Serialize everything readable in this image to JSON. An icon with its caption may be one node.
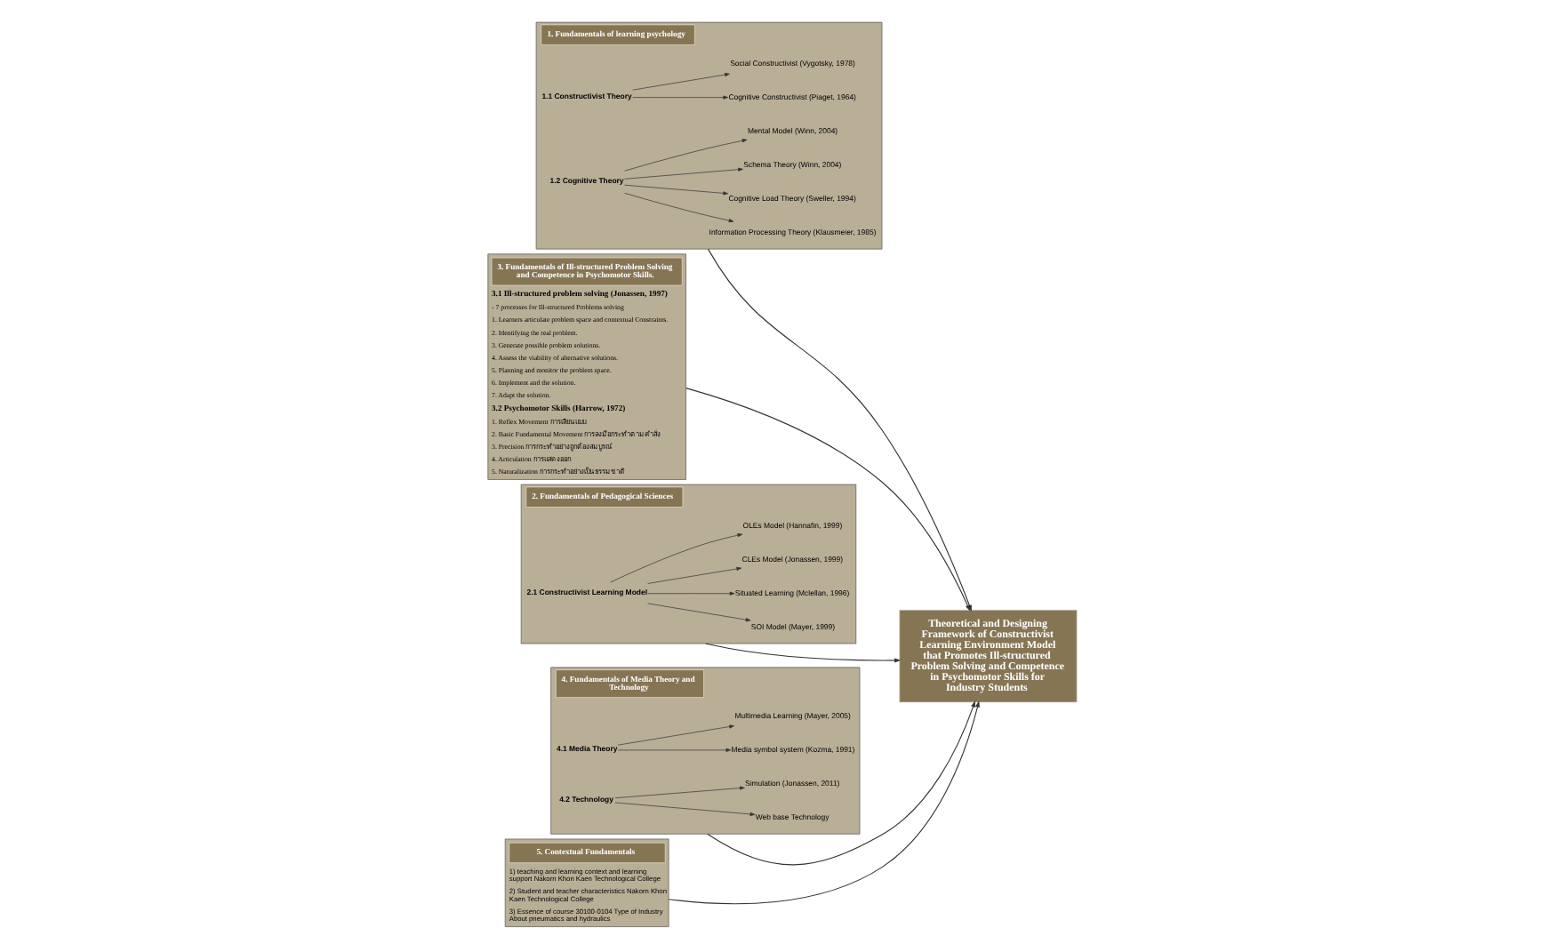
{
  "diagram": {
    "nodes": [
      {
        "text": [
          "1. Fundamentals of learning psychology"
        ]
      },
      {
        "text": [
          "1.1 Constructivist Theory"
        ],
        "in": 0
      },
      {
        "text": [
          "Cognitive Constructivist (Piaget, 1964)"
        ],
        "in": 0
      },
      {
        "text": [
          "Social Constructivist (Vygotsky, 1978)"
        ],
        "in": 0
      },
      {
        "text": [
          "1.2 Cognitive Theory"
        ],
        "in": 0
      },
      {
        "text": [
          "Schema Theory (Winn, 2004)"
        ],
        "in": 0
      },
      {
        "text": [
          "Mental Model (Winn, 2004)"
        ],
        "in": 0
      },
      {
        "text": [
          "Information Processing Theory (Klausmeier, 1985)"
        ],
        "in": 0
      },
      {
        "text": [
          "Cognitive Load Theory (Sweller, 1994)"
        ],
        "in": 0
      },
      {
        "text": [
          "3. Fundamentals of Ill-structured Problem Solving and Competence in Psychomotor Skills.",
          "3.1 Ill-structured problem solving (Jonassen, 1997)",
          "- 7 processes for Ill-structured Problems solving",
          "1. Learners articulate problem space and contextual Constraints.",
          "2. Identifying the real problem.",
          "3. Generate possible problem solutions.",
          "4. Assess the viability of alternative solutions.",
          "5. Planning and monitor the problem space.",
          "6. Implement and the solution.",
          "7. Adapt the solution.",
          "3.2 Psychomotor Skills (Harrow, 1972)",
          "1. Reflex Movement การเลียนแบบ",
          "2. Basic Fundamental Movement การลงมือกระทำตามคำสั่ง",
          "3. Precision การกระทำอย่างถูกต้องสมบูรณ์",
          "4. Articulation การแสดงออก",
          "5. Naturalization การกระทำอย่างเป็นธรรมชาติ"
        ]
      },
      {
        "text": [
          "Theoretical and Designing Framework of Constructivist Learning Environment Model that Promotes Ill-structured Problem Solving and Competence in Psychomotor Skills for Industry Students"
        ]
      },
      {
        "text": [
          "2. Fundamentals of Pedagogical Sciences"
        ]
      },
      {
        "text": [
          "2.1 Constructivist Learning Model"
        ],
        "in": 11
      },
      {
        "text": [
          "CLEs Model (Jonassen, 1999)"
        ],
        "in": 11
      },
      {
        "text": [
          "OLEs Model (Hannafin, 1999)"
        ],
        "in": 11
      },
      {
        "text": [
          "SOI Model (Mayer, 1999)"
        ],
        "in": 11
      },
      {
        "text": [
          "Situated Learning (Mclellan, 1996)"
        ],
        "in": 11
      },
      {
        "text": [
          "4. Fundamentals of Media Theory and Technology"
        ]
      },
      {
        "text": [
          "4.1 Media Theory"
        ],
        "in": 17
      },
      {
        "text": [
          "Media symbol system (Kozma, 1991)"
        ],
        "in": 17
      },
      {
        "text": [
          "Multimedia Learning (Mayer, 2005)"
        ],
        "in": 17
      },
      {
        "text": [
          "4.2 Technology"
        ],
        "in": 17
      },
      {
        "text": [
          "Web base Technology"
        ],
        "in": 17
      },
      {
        "text": [
          "Simulation (Jonassen, 2011)"
        ],
        "in": 17
      },
      {
        "text": [
          "5. Contextual Fundamentals",
          "1) teaching and learning context and learning support Nakorn Khon Kaen Technological College",
          "2) Student and teacher characteristics Nakorn Khon Kaen Technological College",
          "3) Essence of course 30100-0104 Type of Industry About pneumatics and hydraulics"
        ]
      }
    ],
    "edges": [
      {
        "from": 1,
        "to": 2,
        "arrow": "to"
      },
      {
        "from": 1,
        "to": 3,
        "arrow": "to"
      },
      {
        "from": 4,
        "to": 5,
        "arrow": "to"
      },
      {
        "from": 4,
        "to": 6,
        "arrow": "to"
      },
      {
        "from": 4,
        "to": 7,
        "arrow": "to"
      },
      {
        "from": 4,
        "to": 8,
        "arrow": "to"
      },
      {
        "from": 12,
        "to": 13,
        "arrow": "to"
      },
      {
        "from": 12,
        "to": 14,
        "arrow": "to"
      },
      {
        "from": 12,
        "to": 15,
        "arrow": "to"
      },
      {
        "from": 12,
        "to": 16,
        "arrow": "to"
      },
      {
        "from": 18,
        "to": 19,
        "arrow": "to"
      },
      {
        "from": 18,
        "to": 20,
        "arrow": "to"
      },
      {
        "from": 21,
        "to": 22,
        "arrow": "to"
      },
      {
        "from": 21,
        "to": 23,
        "arrow": "to"
      },
      {
        "from": 0,
        "to": 10,
        "arrow": "to"
      },
      {
        "from": 9,
        "to": 10,
        "arrow": "to"
      },
      {
        "from": 11,
        "to": 10,
        "arrow": "to"
      },
      {
        "from": 17,
        "to": 10,
        "arrow": "to"
      },
      {
        "from": 24,
        "to": 10,
        "arrow": "to"
      }
    ]
  }
}
